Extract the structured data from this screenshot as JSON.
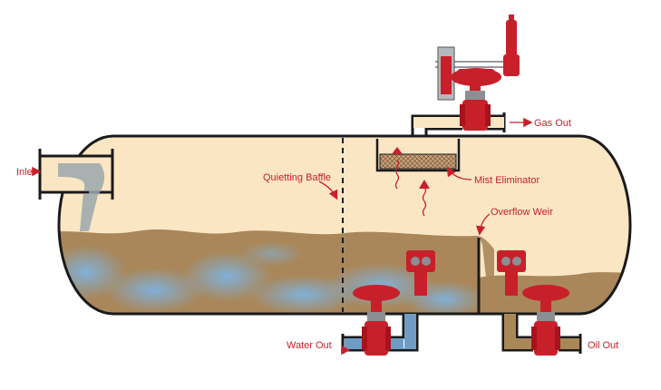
{
  "labels": {
    "inlet": "Inlet",
    "gas_out": "Gas Out",
    "quieting_baffle": "Quietting Baffle",
    "mist_eliminator": "Mist Eliminator",
    "overflow_weir": "Overflow Weir",
    "water_out": "Water Out",
    "oil_out": "Oil Out"
  },
  "colors": {
    "vessel_fill": "#fbe6c4",
    "vessel_outline": "#1a1a1a",
    "liquid_oil": "#a9875a",
    "liquid_water": "#88b3d4",
    "valve_red": "#c8202b",
    "pipe_blue": "#6f9cc4",
    "pipe_brown": "#a98858",
    "label_red": "#c8202b"
  },
  "icons": {
    "valve": "control-valve-icon",
    "level_controller": "level-controller-icon",
    "pressure_controller": "pressure-controller-icon",
    "arrow": "arrow-icon"
  }
}
